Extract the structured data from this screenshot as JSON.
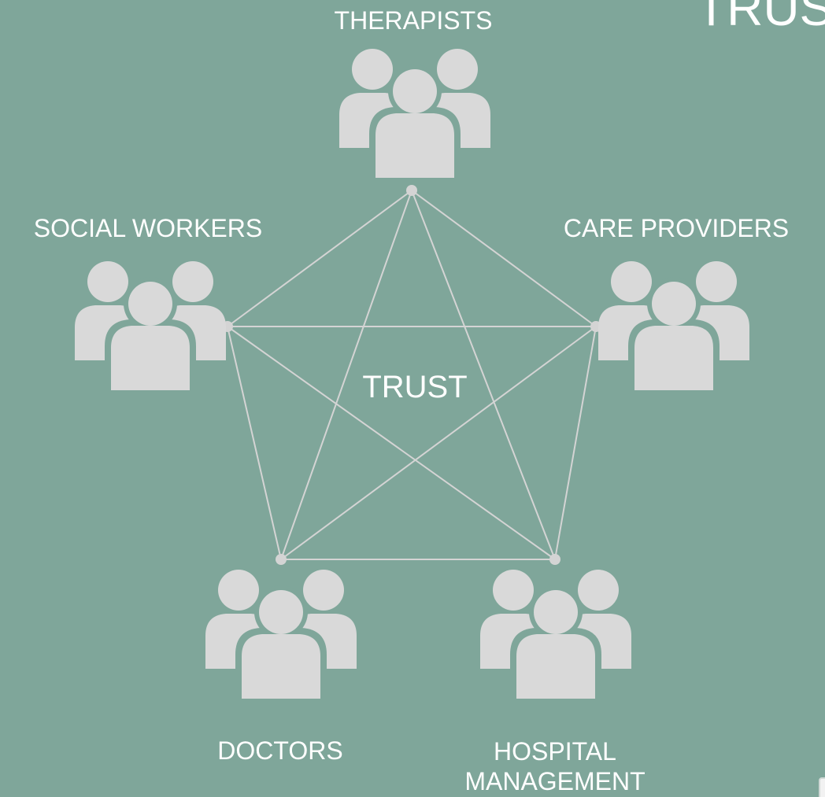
{
  "heading_fragment": "TRUS",
  "center_label": "TRUST",
  "groups": {
    "therapists": {
      "label": "THERAPISTS",
      "icon": "people-group-icon"
    },
    "social_workers": {
      "label": "SOCIAL WORKERS",
      "icon": "people-group-icon"
    },
    "care_providers": {
      "label": "CARE PROVIDERS",
      "icon": "people-group-icon"
    },
    "doctors": {
      "label": "DOCTORS",
      "icon": "people-group-icon"
    },
    "hospital_management": {
      "label": "HOSPITAL MANAGEMENT",
      "icon": "people-group-icon"
    }
  },
  "edges": [
    [
      "therapists",
      "social_workers"
    ],
    [
      "therapists",
      "care_providers"
    ],
    [
      "therapists",
      "doctors"
    ],
    [
      "therapists",
      "hospital_management"
    ],
    [
      "social_workers",
      "care_providers"
    ],
    [
      "social_workers",
      "doctors"
    ],
    [
      "social_workers",
      "hospital_management"
    ],
    [
      "care_providers",
      "doctors"
    ],
    [
      "care_providers",
      "hospital_management"
    ],
    [
      "doctors",
      "hospital_management"
    ]
  ],
  "colors": {
    "background": "#7fa69a",
    "icon_fill": "#d9d9d9",
    "line": "#d4d4d4",
    "text": "#ffffff"
  }
}
